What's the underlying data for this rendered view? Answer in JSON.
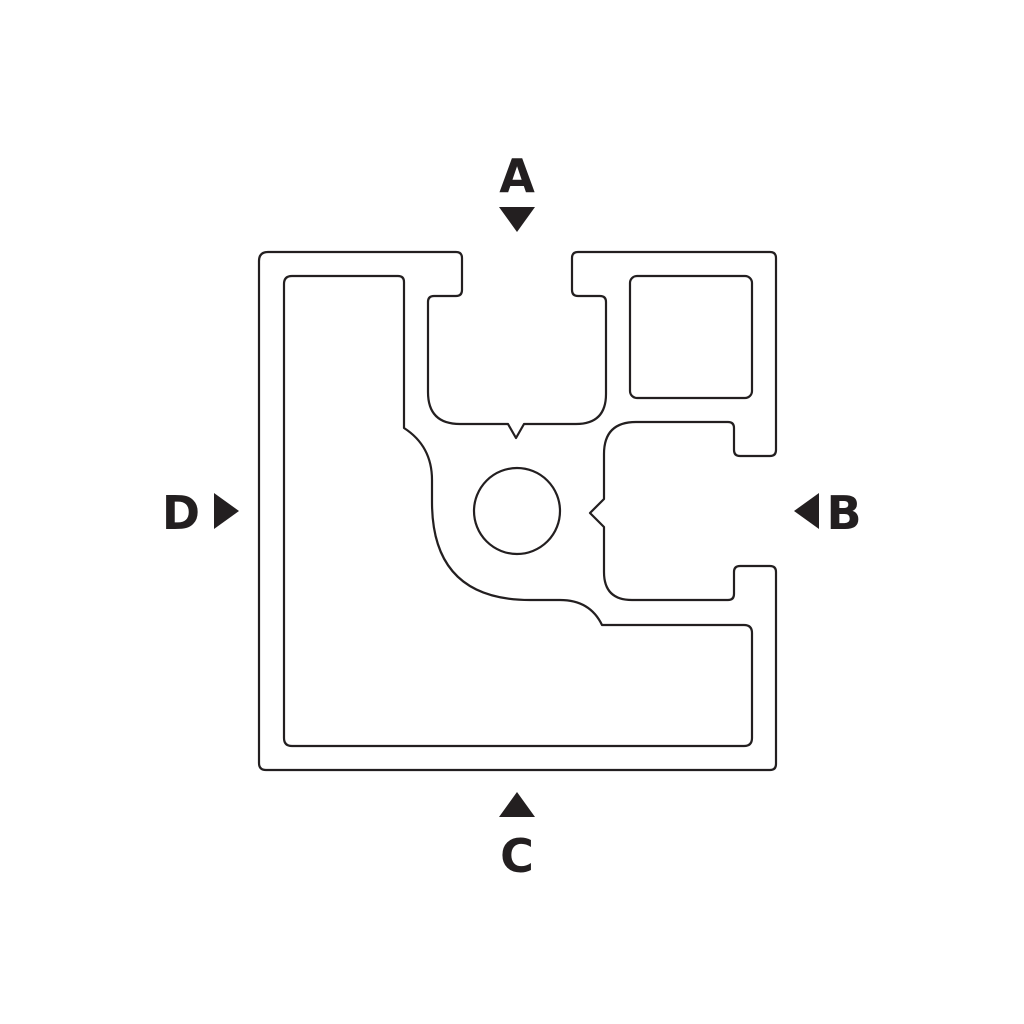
{
  "colors": {
    "line": "#231f20",
    "arrow": "#231f20",
    "background": "#ffffff"
  },
  "labels": {
    "top": "A",
    "right": "B",
    "bottom": "C",
    "left": "D"
  }
}
